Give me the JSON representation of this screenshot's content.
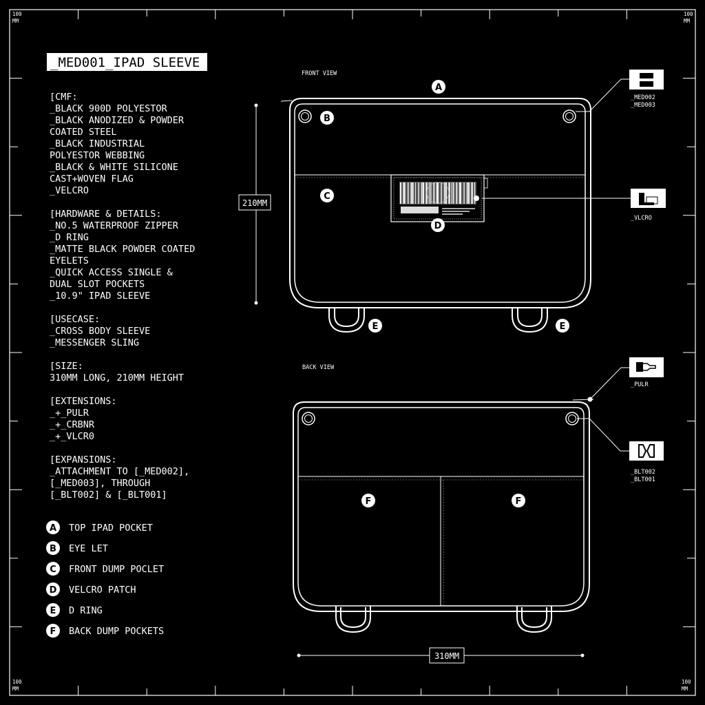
{
  "frame": {
    "corner_label_top": "100",
    "corner_label_bottom": "MM"
  },
  "title": "_MED001_IPAD SLEEVE",
  "spec_lines": [
    "[CMF:",
    "_BLACK 900D POLYESTOR",
    "_BLACK ANODIZED & POWDER",
    "COATED STEEL",
    "_BLACK INDUSTRIAL",
    "POLYESTOR WEBBING",
    "_BLACK & WHITE SILICONE",
    "CAST+WOVEN FLAG",
    "_VELCRO",
    "",
    "[HARDWARE & DETAILS:",
    "_NO.5  WATERPROOF  ZIPPER",
    "_D RING",
    "_MATTE BLACK POWDER COATED",
    "EYELETS",
    "_QUICK ACCESS SINGLE &",
    "DUAL SLOT POCKETS",
    "_10.9\" IPAD SLEEVE",
    "",
    "[USECASE:",
    "_CROSS BODY SLEEVE",
    "_MESSENGER SLING",
    "",
    "[SIZE:",
    "310MM LONG, 210MM HEIGHT",
    "",
    "[EXTENSIONS:",
    "_+_PULR",
    "_+_CRBNR",
    "_+_VLCR0",
    "",
    "[EXPANSIONS:",
    "_ATTACHMENT TO [_MED002],",
    "[_MED003], THROUGH",
    "[_BLT002] & [_BLT001]"
  ],
  "legend": [
    {
      "key": "A",
      "label": "TOP IPAD POCKET"
    },
    {
      "key": "B",
      "label": "EYE LET"
    },
    {
      "key": "C",
      "label": "FRONT DUMP POCLET"
    },
    {
      "key": "D",
      "label": "VELCRO PATCH"
    },
    {
      "key": "E",
      "label": "D RING"
    },
    {
      "key": "F",
      "label": "BACK DUMP POCKETS"
    }
  ],
  "views": {
    "front": "FRONT VIEW",
    "back": "BACK VIEW"
  },
  "dimensions": {
    "height": "210MM",
    "length": "310MM"
  },
  "callouts": {
    "med": [
      "_MED002",
      "_MED003"
    ],
    "velcro": [
      "_VLCRO"
    ],
    "pulr": [
      "_PULR"
    ],
    "blt": [
      "_BLT002",
      "_BLT001"
    ]
  },
  "markers": {
    "a": "A",
    "b": "B",
    "c": "C",
    "d": "D",
    "e": "E",
    "f": "F"
  }
}
